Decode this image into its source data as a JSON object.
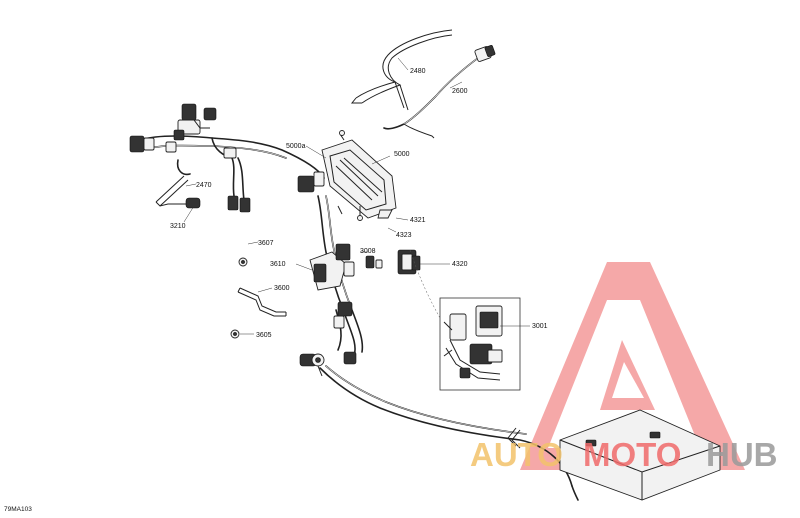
{
  "callouts": {
    "c2480": "2480",
    "c2600": "2600",
    "c5000a": "5000a",
    "c5000": "5000",
    "c2470": "2470",
    "c3210": "3210",
    "c4321": "4321",
    "c4323": "4323",
    "c3607": "3607",
    "c3008": "3008",
    "c3610": "3610",
    "c4320": "4320",
    "c3600": "3600",
    "c3001": "3001",
    "c3605": "3605"
  },
  "figure_ref": "79MA103",
  "watermark": {
    "word_auto": "AUTO",
    "word_moto": "MOTO",
    "word_hub": "HUB",
    "colors": {
      "logo_red": "#f28b8b",
      "auto_gold": "#f3c36b",
      "moto_red": "#f06a6a",
      "hub_grey": "#9a9a9a"
    }
  }
}
